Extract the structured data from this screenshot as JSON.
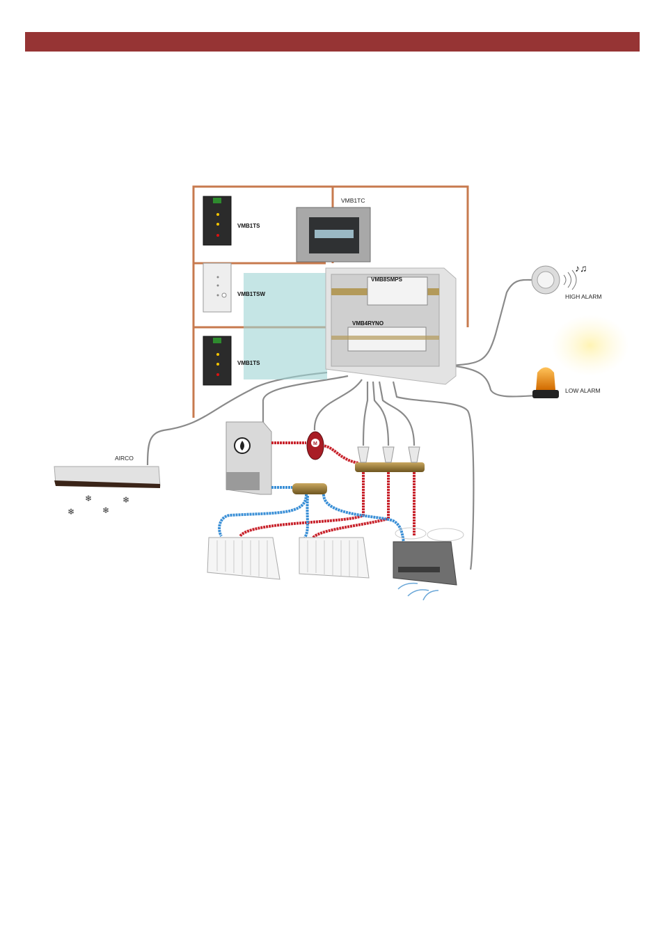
{
  "header": {
    "color": "#963434"
  },
  "labels": {
    "vmb1tc": "VMB1TC",
    "vmb1ts_top": "VMB1TS",
    "vmb1tsw": "VMB1TSW",
    "vmb1ts_bottom": "VMB1TS",
    "vmb8smps": "VMB8SMPS",
    "vmb4ryno": "VMB4RYNO",
    "high_alarm": "HIGH ALARM",
    "low_alarm": "LOW ALARM",
    "airco": "AIRCO",
    "pump": "M"
  },
  "colors": {
    "hot_pipe": "#c8232c",
    "cold_pipe": "#3a8fd6",
    "wall": "#c77a4e",
    "cable": "#8a8a8a",
    "glass": "#9fd3d3",
    "cabinet": "#e3e3e3"
  }
}
